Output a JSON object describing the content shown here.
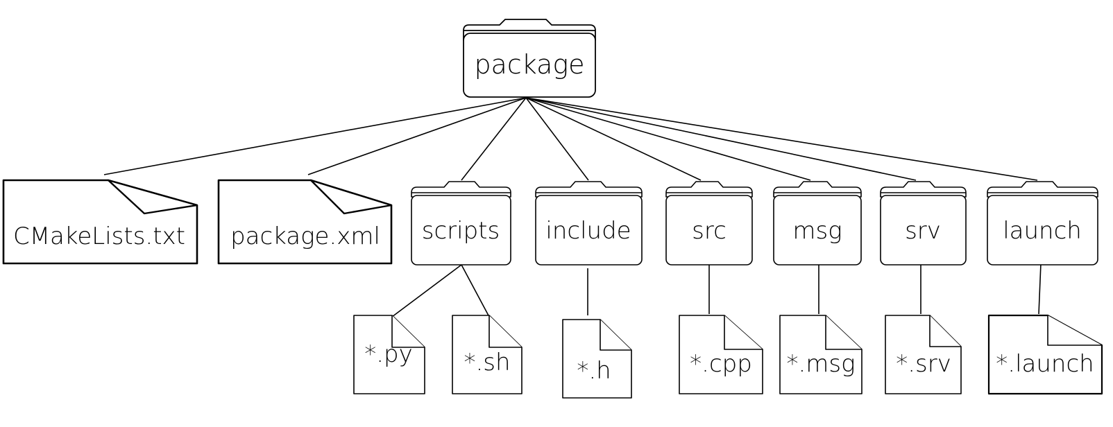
{
  "root": {
    "label": "package"
  },
  "root_files": [
    {
      "id": "cmakelists",
      "label": "CMakeLists.txt"
    },
    {
      "id": "package-xml",
      "label": "package.xml"
    }
  ],
  "folders": [
    {
      "id": "scripts",
      "label": "scripts",
      "children": [
        "*.py",
        "*.sh"
      ]
    },
    {
      "id": "include",
      "label": "include",
      "children": [
        "*.h"
      ]
    },
    {
      "id": "src",
      "label": "src",
      "children": [
        "*.cpp"
      ]
    },
    {
      "id": "msg",
      "label": "msg",
      "children": [
        "*.msg"
      ]
    },
    {
      "id": "srv",
      "label": "srv",
      "children": [
        "*.srv"
      ]
    },
    {
      "id": "launch",
      "label": "launch",
      "children": [
        "*.launch"
      ]
    }
  ],
  "colors": {
    "stroke": "#000000",
    "fill": "#ffffff",
    "text": "#000000"
  }
}
